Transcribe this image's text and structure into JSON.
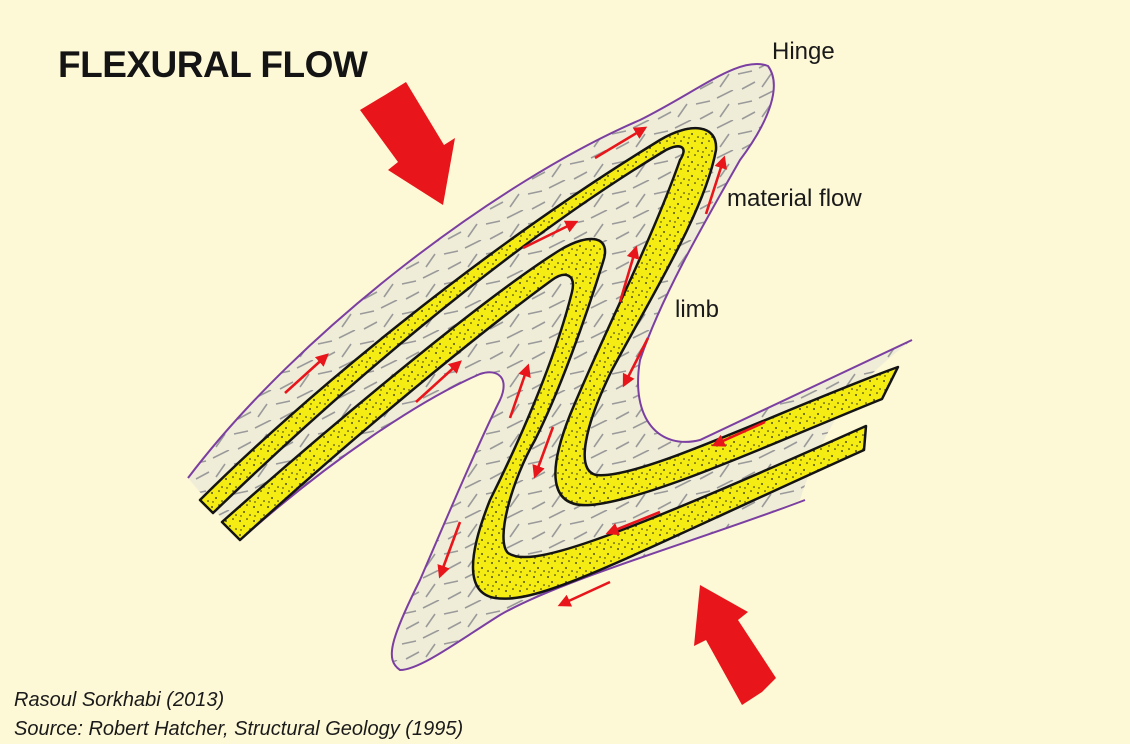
{
  "title": "FLEXURAL FLOW",
  "labels": {
    "hinge": "Hinge",
    "material_flow": "material flow",
    "limb": "limb"
  },
  "credits": {
    "author": "Rasoul Sorkhabi (2013)",
    "source": "Source: Robert Hatcher, Structural Geology (1995)"
  },
  "colors": {
    "background": "#FDF8D6",
    "layer_fill": "#F5EC14",
    "matrix_fill": "#EFEDD8",
    "outline": "#7B3FA2",
    "arrow": "#E8161B",
    "dash": "#9A9A9A"
  },
  "icons": {
    "compression_arrow": "large-red-arrow",
    "flow_arrow": "small-red-arrow"
  }
}
